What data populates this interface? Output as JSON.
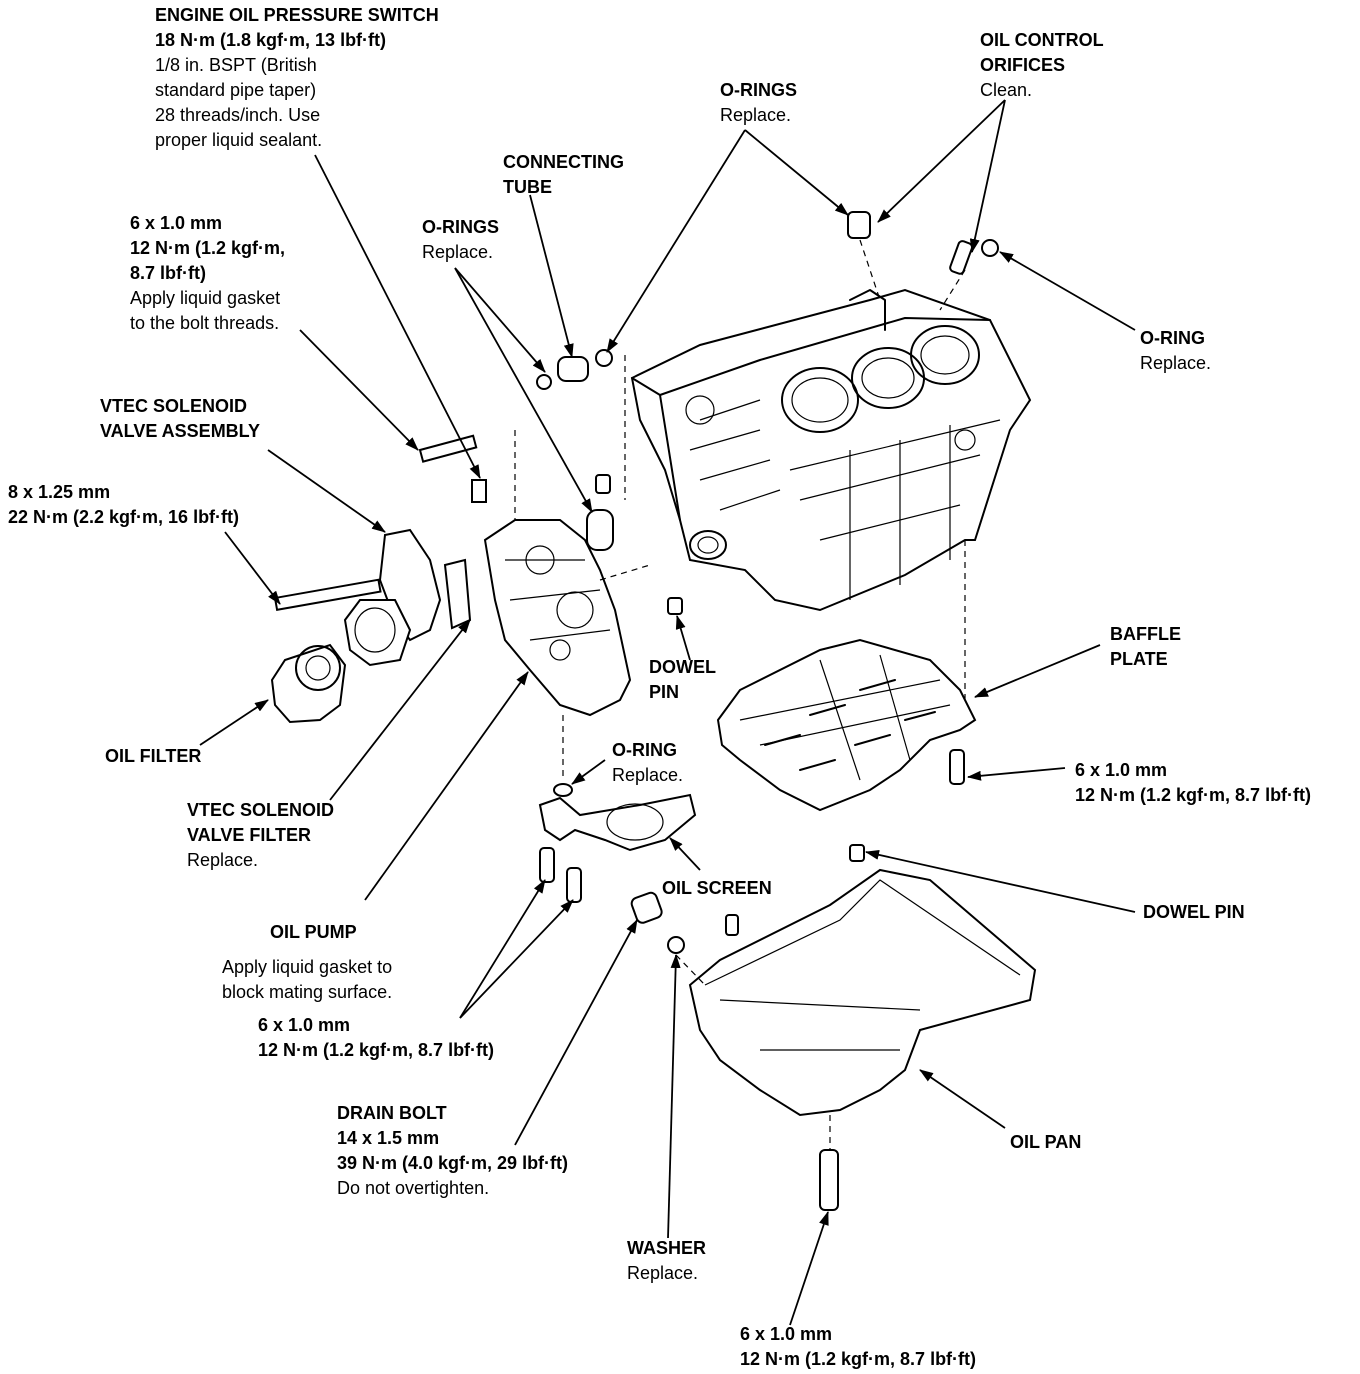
{
  "callouts": {
    "oil_pressure_switch": {
      "title": [
        "ENGINE OIL PRESSURE SWITCH",
        "18 N·m (1.8 kgf·m, 13 lbf·ft)"
      ],
      "desc": [
        "1/8 in. BSPT (British",
        "standard pipe taper)",
        "28 threads/inch. Use",
        "proper liquid sealant."
      ]
    },
    "oil_control_orifices": {
      "title": [
        "OIL CONTROL",
        "ORIFICES"
      ],
      "desc": [
        "Clean."
      ]
    },
    "orings_top": {
      "title": [
        "O-RINGS"
      ],
      "desc": [
        "Replace."
      ]
    },
    "connecting_tube": {
      "title": [
        "CONNECTING",
        "TUBE"
      ],
      "desc": []
    },
    "bolt_6x1_upper": {
      "title": [
        "6 x 1.0 mm",
        "12 N·m (1.2 kgf·m,",
        "8.7 lbf·ft)"
      ],
      "desc": [
        "Apply liquid gasket",
        "to the bolt threads."
      ]
    },
    "orings_mid": {
      "title": [
        "O-RINGS"
      ],
      "desc": [
        "Replace."
      ]
    },
    "oring_right": {
      "title": [
        "O-RING"
      ],
      "desc": [
        "Replace."
      ]
    },
    "vtec_solenoid_assembly": {
      "title": [
        "VTEC SOLENOID",
        "VALVE ASSEMBLY"
      ],
      "desc": []
    },
    "bolt_8x125": {
      "title": [
        "8 x 1.25 mm",
        "22 N·m (2.2 kgf·m, 16 lbf·ft)"
      ],
      "desc": []
    },
    "baffle_plate": {
      "title": [
        "BAFFLE",
        "PLATE"
      ],
      "desc": []
    },
    "dowel_pin_mid": {
      "title": [
        "DOWEL",
        "PIN"
      ],
      "desc": []
    },
    "oil_filter": {
      "title": [
        "OIL FILTER"
      ],
      "desc": []
    },
    "oring_screen": {
      "title": [
        "O-RING"
      ],
      "desc": [
        "Replace."
      ]
    },
    "bolt_6x1_baffle": {
      "title": [
        "6 x 1.0 mm",
        "12 N·m (1.2 kgf·m, 8.7 lbf·ft)"
      ],
      "desc": []
    },
    "vtec_solenoid_filter": {
      "title": [
        "VTEC SOLENOID",
        "VALVE FILTER"
      ],
      "desc": [
        "Replace."
      ]
    },
    "oil_screen": {
      "title": [
        "OIL SCREEN"
      ],
      "desc": []
    },
    "dowel_pin_right": {
      "title": [
        "DOWEL PIN"
      ],
      "desc": []
    },
    "oil_pump": {
      "title": [
        "OIL PUMP"
      ],
      "desc": []
    },
    "oil_pump_note": {
      "title": [],
      "desc": [
        "Apply liquid gasket to",
        "block mating surface."
      ]
    },
    "bolt_6x1_screen": {
      "title": [
        "6 x 1.0 mm",
        "12 N·m (1.2 kgf·m, 8.7 lbf·ft)"
      ],
      "desc": []
    },
    "drain_bolt": {
      "title": [
        "DRAIN BOLT",
        "14 x 1.5 mm",
        "39 N·m (4.0 kgf·m, 29 lbf·ft)"
      ],
      "desc": [
        "Do not overtighten."
      ]
    },
    "oil_pan": {
      "title": [
        "OIL PAN"
      ],
      "desc": []
    },
    "washer": {
      "title": [
        "WASHER"
      ],
      "desc": [
        "Replace."
      ]
    },
    "bolt_6x1_pan": {
      "title": [
        "6 x 1.0 mm",
        "12 N·m (1.2 kgf·m, 8.7 lbf·ft)"
      ],
      "desc": []
    }
  }
}
